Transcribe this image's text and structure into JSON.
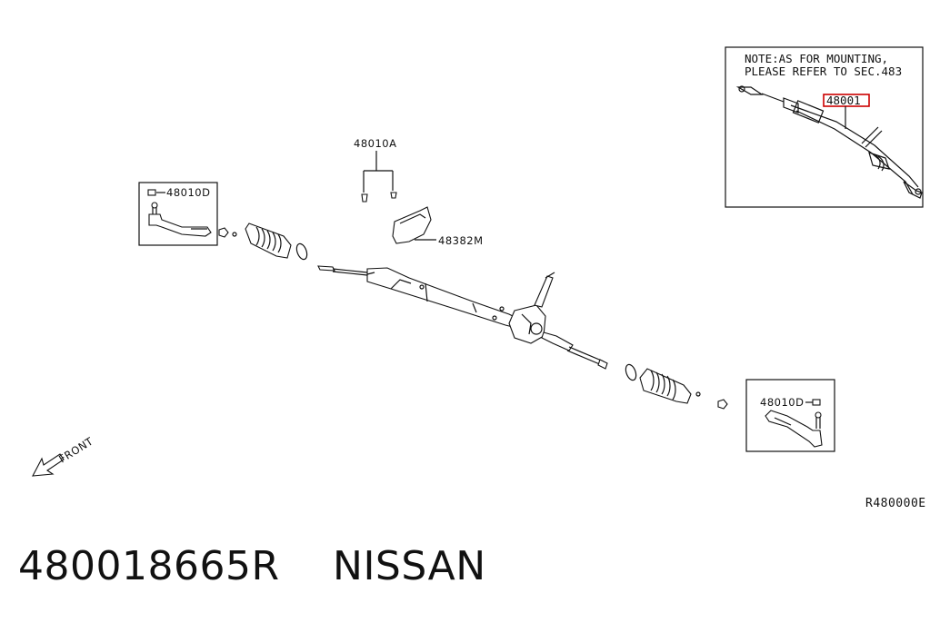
{
  "diagram": {
    "note_line1": "NOTE:AS FOR MOUNTING,",
    "note_line2": "PLEASE REFER TO SEC.483",
    "inset_part": "48001",
    "labels": {
      "clip_left": "48010D",
      "clip_top": "48010A",
      "insulator": "48382M",
      "clip_right": "48010D"
    },
    "front_label": "FRONT",
    "figure_code": "R480000E",
    "highlight_color": "#cc0000"
  },
  "caption": {
    "part_number": "480018665R",
    "brand": "NISSAN"
  }
}
